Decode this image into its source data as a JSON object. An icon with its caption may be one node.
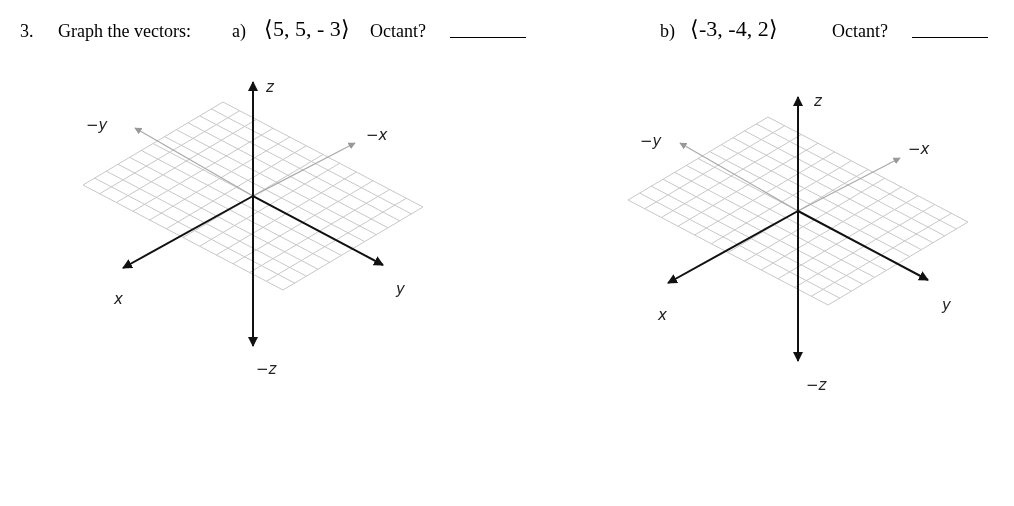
{
  "diagram": {
    "labels": [
      "3.",
      "Graph the vectors:",
      "a)",
      "⟨5, 5, - 3⟩",
      "Octant?",
      "b)",
      "⟨-3, -4, 2⟩",
      "Octant?",
      "z",
      "−y",
      "−x",
      "x",
      "y",
      "−z",
      "z",
      "−y",
      "−x",
      "x",
      "y",
      "−z"
    ]
  }
}
